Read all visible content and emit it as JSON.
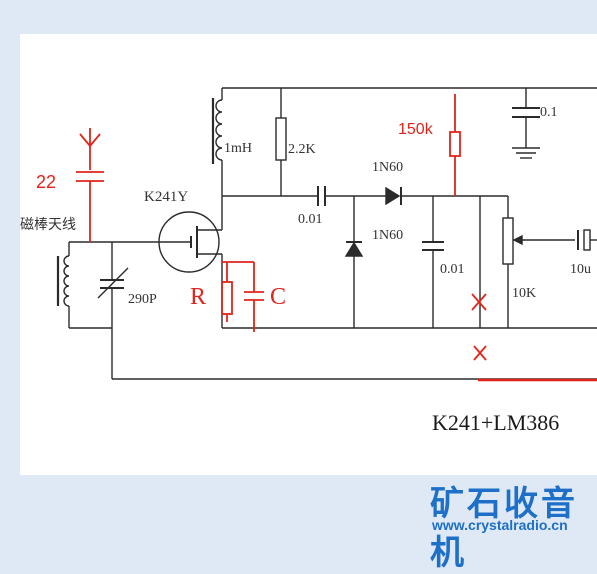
{
  "labels": {
    "inductor": "1mH",
    "resistor": "2.2K",
    "bypass_cap": "0.1",
    "diode_series": "1N60",
    "coupling_cap": "0.01",
    "diode_shunt": "1N60",
    "filter_cap": "0.01",
    "transistor": "K241Y",
    "antenna": "磁棒天线",
    "variable_cap": "290P",
    "potentiometer": "10K",
    "output_cap": "10u"
  },
  "annotations": {
    "antenna_cap": "22",
    "added_resistor": "150k",
    "r": "R",
    "c": "C"
  },
  "caption": "K241+LM386",
  "watermark": {
    "name": "矿石收音机",
    "url": "www.crystalradio.cn"
  },
  "colors": {
    "background": "#dfe9f5",
    "ink": "#2b2b2b",
    "annotation": "#e0241b",
    "watermark": "#1d6fc8"
  }
}
